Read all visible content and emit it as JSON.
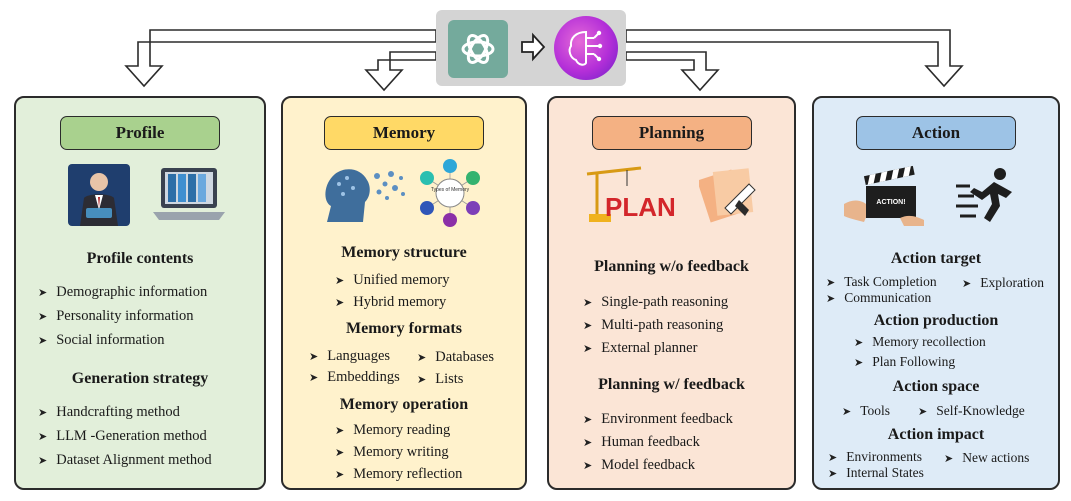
{
  "panels": {
    "profile": {
      "title": "Profile",
      "sections": [
        {
          "heading": "Profile contents",
          "items": [
            "Demographic information",
            "Personality information",
            "Social information"
          ]
        },
        {
          "heading": "Generation strategy",
          "items": [
            "Handcrafting method",
            "LLM -Generation method",
            "Dataset Alignment method"
          ]
        }
      ]
    },
    "memory": {
      "title": "Memory",
      "sections": [
        {
          "heading": "Memory structure",
          "items": [
            "Unified memory",
            "Hybrid memory"
          ]
        },
        {
          "heading": "Memory formats",
          "items": [
            "Languages",
            "Databases",
            "Embeddings",
            "Lists"
          ]
        },
        {
          "heading": "Memory operation",
          "items": [
            "Memory reading",
            "Memory writing",
            "Memory reflection"
          ]
        }
      ],
      "art_label": "Types of Memory"
    },
    "planning": {
      "title": "Planning",
      "sections": [
        {
          "heading": "Planning w/o feedback",
          "items": [
            "Single-path reasoning",
            "Multi-path reasoning",
            "External planner"
          ]
        },
        {
          "heading": "Planning w/ feedback",
          "items": [
            "Environment feedback",
            "Human feedback",
            "Model feedback"
          ]
        }
      ],
      "art_label": "PLAN"
    },
    "action": {
      "title": "Action",
      "sections": [
        {
          "heading": "Action target",
          "items": [
            "Task Completion",
            "Exploration",
            "Communication"
          ]
        },
        {
          "heading": "Action production",
          "items": [
            "Memory recollection",
            "Plan Following"
          ]
        },
        {
          "heading": "Action space",
          "items": [
            "Tools",
            "Self-Knowledge"
          ]
        },
        {
          "heading": "Action impact",
          "items": [
            "Environments",
            "New actions",
            "Internal States"
          ]
        }
      ],
      "art_label": "ACTION!"
    }
  },
  "icons": {
    "top": [
      "openai-logo-icon",
      "right-arrow-icon",
      "ai-brain-icon"
    ],
    "profile": [
      "businessman-icon",
      "laptop-folders-icon"
    ],
    "memory": [
      "head-network-icon",
      "memory-types-diagram-icon"
    ],
    "planning": [
      "crane-icon",
      "notes-pen-icon"
    ],
    "action": [
      "clapperboard-icon",
      "running-person-icon"
    ]
  },
  "colors": {
    "profile": "#e2efda",
    "profile_accent": "#a9d18e",
    "memory": "#fff2cc",
    "memory_accent": "#ffd966",
    "planning": "#fbe5d6",
    "planning_accent": "#f4b183",
    "action": "#deebf7",
    "action_accent": "#9dc3e6"
  }
}
